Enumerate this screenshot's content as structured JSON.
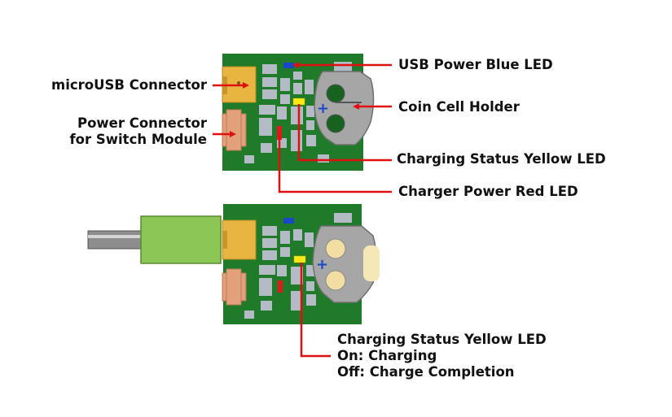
{
  "labels": {
    "usb_blue_led": "USB Power Blue LED",
    "micro_usb": "microUSB Connector",
    "coin_cell": "Coin Cell Holder",
    "power_connector_1": "Power Connector",
    "power_connector_2": "for Switch Module",
    "charging_status": "Charging Status Yellow LED",
    "charger_red": "Charger Power Red LED",
    "bottom_title": "Charging Status Yellow LED",
    "bottom_on": "On: Charging",
    "bottom_off": "Off: Charge Completion"
  },
  "icons": {
    "coin_cell_plus": "+",
    "coin_cell_plus_2": "+"
  },
  "colors": {
    "pcb": "#1f7a2a",
    "pcb_dark": "#17621f",
    "pad": "#b3bcc4",
    "leader": "#e01010",
    "connector_gold": "#e8b540",
    "power_connector": "#e2a17a",
    "holder": "#a6a6a6",
    "usb_plug": "#8cc657",
    "blue_led": "#1a46c8",
    "yellow_led": "#ffe818",
    "red_led": "#e01a1a"
  }
}
